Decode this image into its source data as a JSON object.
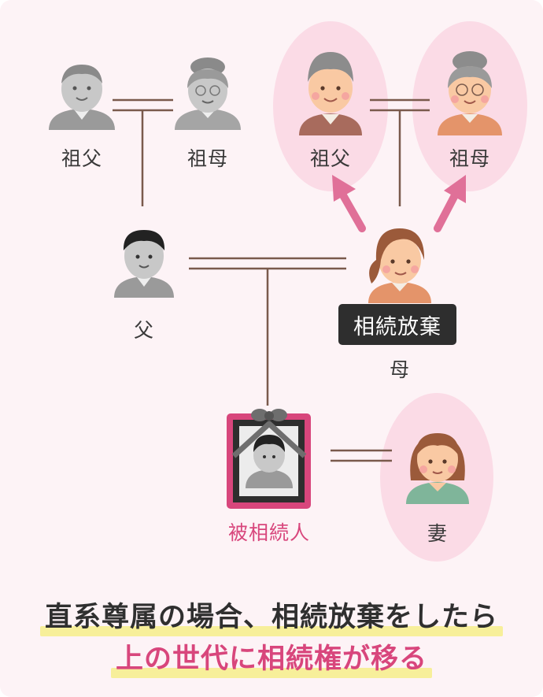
{
  "labels": {
    "paternal_grandfather": "祖父",
    "paternal_grandmother": "祖母",
    "maternal_grandfather": "祖父",
    "maternal_grandmother": "祖母",
    "father": "父",
    "mother": "母",
    "deceased": "被相続人",
    "wife": "妻"
  },
  "badge": "相続放棄",
  "caption": {
    "line1": "直系尊属の場合、相続放棄をしたら",
    "line2": "上の世代に相続権が移る"
  },
  "colors": {
    "background": "#fdf3f6",
    "highlight_circle": "#fbdbe6",
    "arrow": "#e07098",
    "line": "#7a5a4c",
    "badge": "#2e2e2e",
    "accent": "#d8467c",
    "marker": "#f7ef9a"
  }
}
